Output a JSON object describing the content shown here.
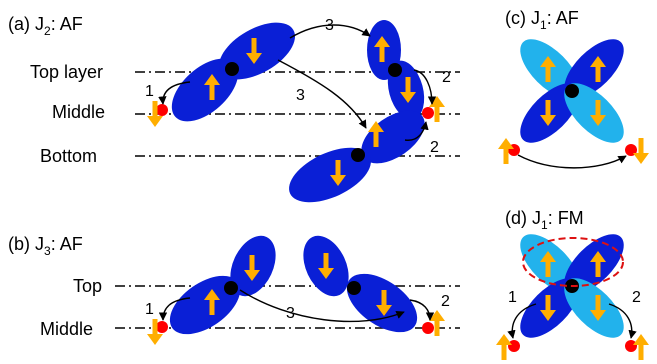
{
  "panels": {
    "a": {
      "prefix": "(a) J",
      "sub": "2",
      "suffix": ": AF"
    },
    "b": {
      "prefix": "(b) J",
      "sub": "3",
      "suffix": ": AF"
    },
    "c": {
      "prefix": "(c) J",
      "sub": "1",
      "suffix": ": AF"
    },
    "d": {
      "prefix": "(d) J",
      "sub": "1",
      "suffix": ": FM"
    }
  },
  "layers_a": {
    "top": "Top layer",
    "middle": "Middle",
    "bottom": "Bottom"
  },
  "layers_b": {
    "top": "Top",
    "middle": "Middle"
  },
  "path_labels": {
    "a": {
      "left": "1",
      "upper": "3",
      "lower": "3",
      "right_top": "2",
      "right_bottom": "2"
    },
    "b": {
      "left": "1",
      "middle": "3",
      "right": "2"
    },
    "d": {
      "left": "1",
      "right": "2"
    }
  },
  "colors": {
    "dark_orbital": "#0a1fd6",
    "light_orbital": "#22b2ec",
    "spin_arrow": "#ffae00",
    "ligand": "#ff0000",
    "site": "#000000",
    "highlight": "#dd1111"
  }
}
